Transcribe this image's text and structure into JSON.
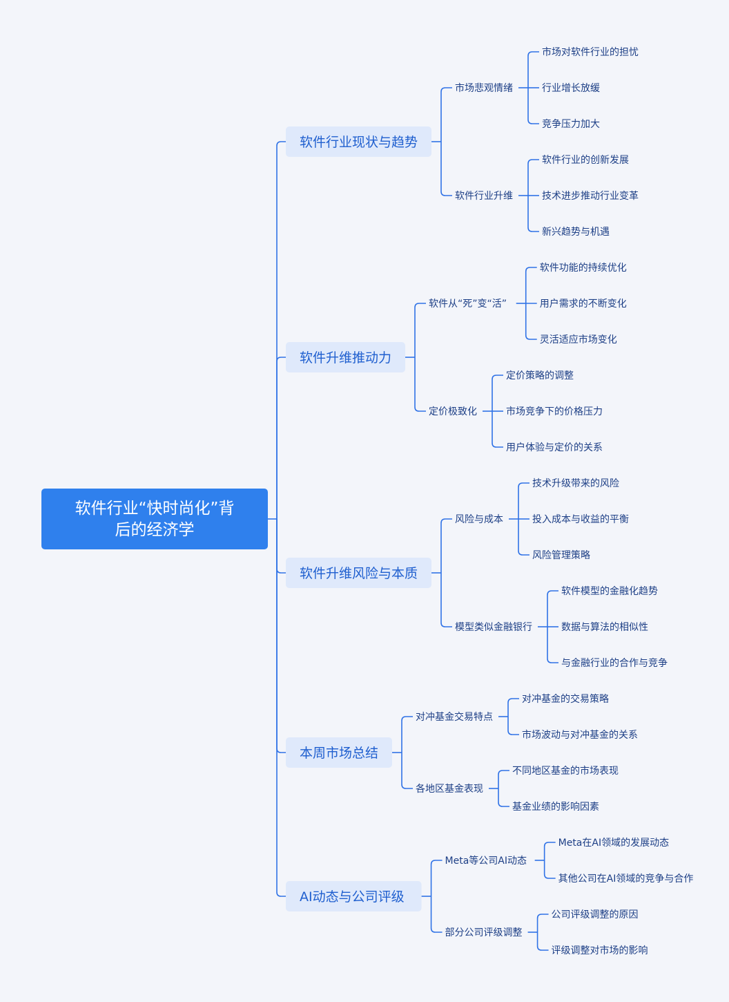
{
  "root": {
    "lines": [
      "软件行业“快时尚化”背",
      "后的经济学"
    ]
  },
  "branches": [
    {
      "label": "软件行业现状与趋势",
      "children": [
        {
          "label": "市场悲观情绪",
          "children": [
            "市场对软件行业的担忧",
            "行业增长放缓",
            "竞争压力加大"
          ]
        },
        {
          "label": "软件行业升维",
          "children": [
            "软件行业的创新发展",
            "技术进步推动行业变革",
            "新兴趋势与机遇"
          ]
        }
      ]
    },
    {
      "label": "软件升维推动力",
      "children": [
        {
          "label": "软件从“死”变“活”",
          "children": [
            "软件功能的持续优化",
            "用户需求的不断变化",
            "灵活适应市场变化"
          ]
        },
        {
          "label": "定价极致化",
          "children": [
            "定价策略的调整",
            "市场竞争下的价格压力",
            "用户体验与定价的关系"
          ]
        }
      ]
    },
    {
      "label": "软件升维风险与本质",
      "children": [
        {
          "label": "风险与成本",
          "children": [
            "技术升级带来的风险",
            "投入成本与收益的平衡",
            "风险管理策略"
          ]
        },
        {
          "label": "模型类似金融银行",
          "children": [
            "软件模型的金融化趋势",
            "数据与算法的相似性",
            "与金融行业的合作与竞争"
          ]
        }
      ]
    },
    {
      "label": "本周市场总结",
      "children": [
        {
          "label": "对冲基金交易特点",
          "children": [
            "对冲基金的交易策略",
            "市场波动与对冲基金的关系"
          ]
        },
        {
          "label": "各地区基金表现",
          "children": [
            "不同地区基金的市场表现",
            "基金业绩的影响因素"
          ]
        }
      ]
    },
    {
      "label": "AI动态与公司评级",
      "children": [
        {
          "label": "Meta等公司AI动态",
          "children": [
            "Meta在AI领域的发展动态",
            "其他公司在AI领域的竞争与合作"
          ]
        },
        {
          "label": "部分公司评级调整",
          "children": [
            "公司评级调整的原因",
            "评级调整对市场的影响"
          ]
        }
      ]
    }
  ]
}
